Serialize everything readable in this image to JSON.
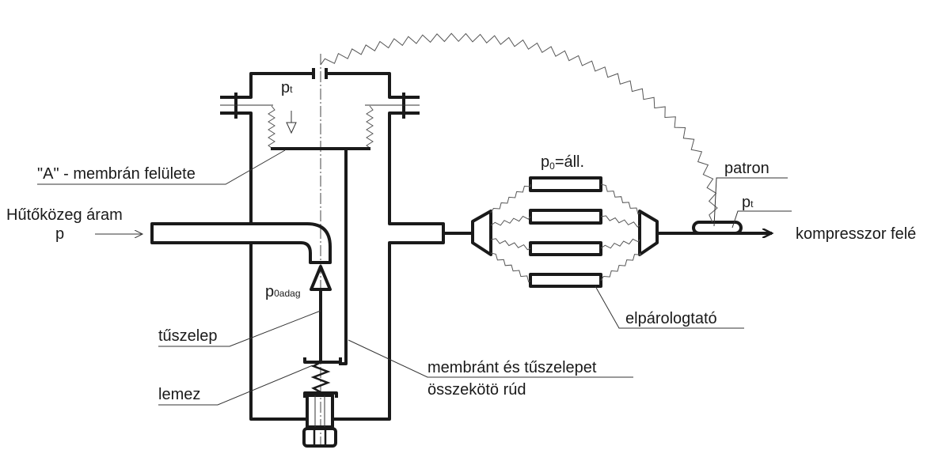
{
  "labels": {
    "membrane_surface": "\"A\" - membrán felülete",
    "coolant_flow": "Hűtőközeg áram",
    "inlet_pressure": "p",
    "pt_top_base": "p",
    "pt_top_sub": "t",
    "p0adag_base": "p",
    "p0adag_sub": "0adag",
    "needle_valve": "tűszelep",
    "plate": "lemez",
    "rod_line1": "membránt és tűszelepet",
    "rod_line2": "összekötö rúd",
    "p0_base": "p",
    "p0_sub": "0",
    "p0_rest": "=áll.",
    "cartridge": "patron",
    "pt_right_base": "p",
    "pt_right_sub": "t",
    "to_compressor": "kompresszor felé",
    "evaporator": "elpárologtató"
  },
  "colors": {
    "line": "#1a1a1a",
    "capillary": "#555555"
  }
}
